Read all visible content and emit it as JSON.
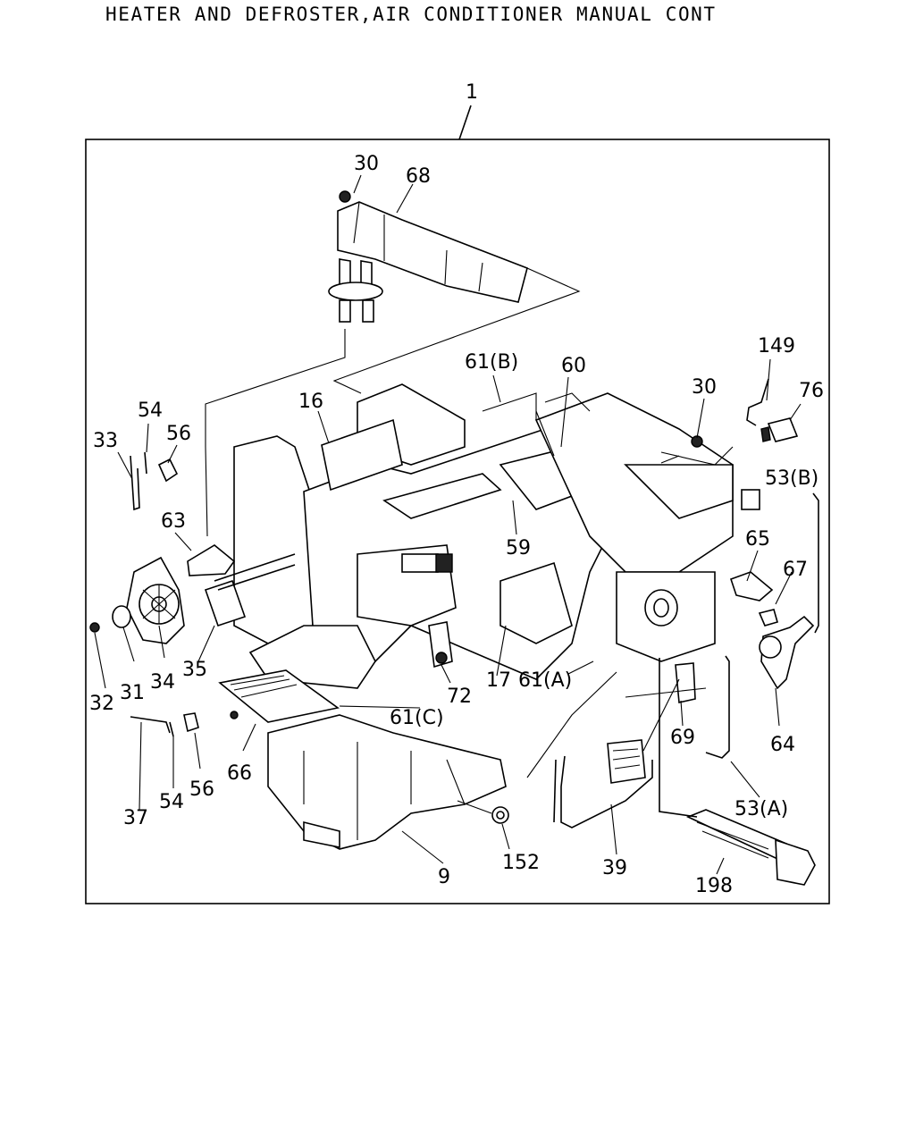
{
  "title": "HEATER AND DEFROSTER,AIR CONDITIONER MANUAL CONT",
  "callouts": {
    "c1": "1",
    "c30a": "30",
    "c68": "68",
    "c61b": "61(B)",
    "c60": "60",
    "c30b": "30",
    "c149": "149",
    "c76": "76",
    "c16": "16",
    "c54a": "54",
    "c56a": "56",
    "c33": "33",
    "c53b": "53(B)",
    "c63": "63",
    "c65": "65",
    "c67": "67",
    "c59": "59",
    "c35": "35",
    "c32": "32",
    "c31": "31",
    "c34": "34",
    "c72": "72",
    "c17": "17",
    "c61a": "61(A)",
    "c61c": "61(C)",
    "c64": "64",
    "c69": "69",
    "c37": "37",
    "c54b": "54",
    "c56b": "56",
    "c66": "66",
    "c53a": "53(A)",
    "c152": "152",
    "c39": "39",
    "c9": "9",
    "c198": "198"
  }
}
